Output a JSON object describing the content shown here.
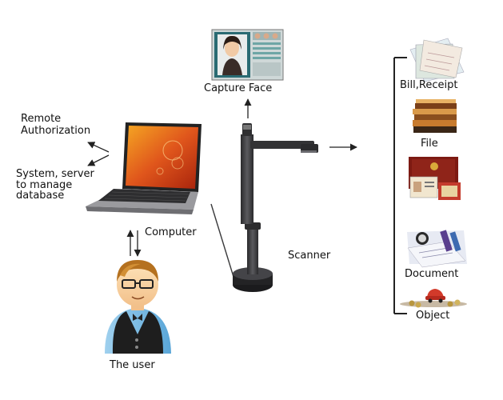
{
  "labels": {
    "remote_authorization": "Remote\nAuthorization",
    "system_server": "System, server\nto manage\ndatabase",
    "computer": "Computer",
    "capture_face": "Capture Face",
    "scanner": "Scanner",
    "the_user": "The user",
    "bill_receipt": "Bill,Receipt",
    "file": "File",
    "document": "Document",
    "object": "Object"
  },
  "colors": {
    "text": "#111111",
    "arrow": "#222222",
    "scanner_body": "#3a3a3c",
    "laptop_screen": "#e0561c",
    "user_vest": "#1e1e1e"
  }
}
